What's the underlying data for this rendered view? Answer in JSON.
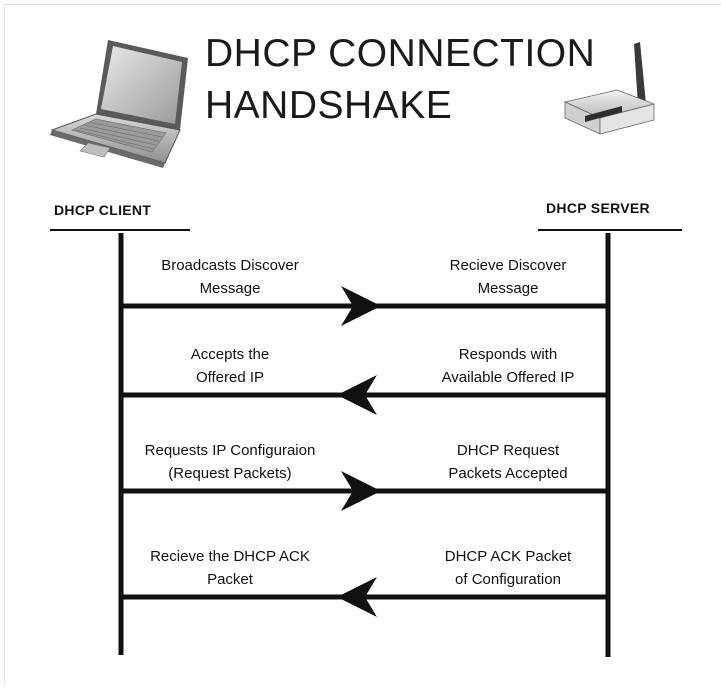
{
  "title": {
    "line1": "DHCP CONNECTION",
    "line2": "HANDSHAKE"
  },
  "client": {
    "label": "DHCP CLIENT",
    "icon": "laptop-icon"
  },
  "server": {
    "label": "DHCP SERVER",
    "icon": "router-icon"
  },
  "messages": [
    {
      "direction": "client-to-server",
      "client_text": [
        "Broadcasts Discover",
        "Message"
      ],
      "server_text": [
        "Recieve Discover",
        "Message"
      ]
    },
    {
      "direction": "server-to-client",
      "client_text": [
        "Accepts the",
        "Offered IP"
      ],
      "server_text": [
        "Responds with",
        "Available Offered IP"
      ]
    },
    {
      "direction": "client-to-server",
      "client_text": [
        "Requests IP Configuraion",
        "(Request Packets)"
      ],
      "server_text": [
        "DHCP Request",
        "Packets Accepted"
      ]
    },
    {
      "direction": "server-to-client",
      "client_text": [
        "Recieve the DHCP ACK",
        "Packet"
      ],
      "server_text": [
        "DHCP ACK Packet",
        "of Configuration"
      ]
    }
  ]
}
